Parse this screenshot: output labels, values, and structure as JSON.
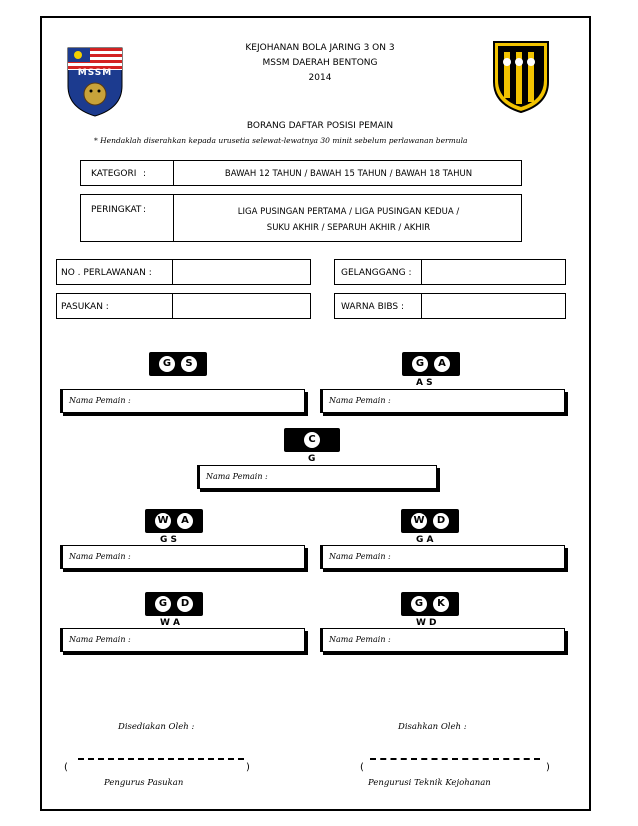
{
  "header": {
    "line1": "KEJOHANAN BOLA JARING 3 ON 3",
    "line2": "MSSM DAERAH BENTONG",
    "line3": "2014",
    "form_title": "BORANG DAFTAR POSISI PEMAIN",
    "note": "* Hendaklah diserahkan kepada urusetia selewat-lewatnya 30 minit sebelum perlawanan bermula",
    "logo_left_text": "MSSM"
  },
  "category": {
    "label": "KATEGORI",
    "colon": ":",
    "value": "BAWAH 12 TAHUN / BAWAH 15 TAHUN / BAWAH 18 TAHUN"
  },
  "level": {
    "label": "PERINGKAT",
    "colon": ":",
    "value_line1": "LIGA PUSINGAN PERTAMA / LIGA PUSINGAN KEDUA /",
    "value_line2": "SUKU AKHIR / SEPARUH AKHIR / AKHIR"
  },
  "fields": {
    "match_no": "NO . PERLAWANAN   :",
    "court": "GELANGGANG  :",
    "team": "PASUKAN       :",
    "bibs": "WARNA BIBS  :"
  },
  "positions": [
    {
      "letters": [
        "G",
        "S"
      ],
      "ghost": "",
      "name_label": "Nama Pemain :"
    },
    {
      "letters": [
        "G",
        "A"
      ],
      "ghost": "A    S",
      "name_label": "Nama Pemain :"
    },
    {
      "letters": [
        "C"
      ],
      "ghost": "G",
      "name_label": "Nama Pemain :"
    },
    {
      "letters": [
        "W",
        "A"
      ],
      "ghost": "G    S",
      "name_label": "Nama Pemain :"
    },
    {
      "letters": [
        "W",
        "D"
      ],
      "ghost": "G    A",
      "name_label": "Nama Pemain :"
    },
    {
      "letters": [
        "G",
        "D"
      ],
      "ghost": "W    A",
      "name_label": "Nama Pemain :"
    },
    {
      "letters": [
        "G",
        "K"
      ],
      "ghost": "W    D",
      "name_label": "Nama Pemain :"
    }
  ],
  "signatures": {
    "left_label": "Disediakan Oleh   :",
    "right_label": "Disahkan Oleh   :",
    "open_paren": "(",
    "close_paren": ")",
    "left_role": "Pengurus Pasukan",
    "right_role": "Pengurusi Teknik Kejohanan"
  }
}
